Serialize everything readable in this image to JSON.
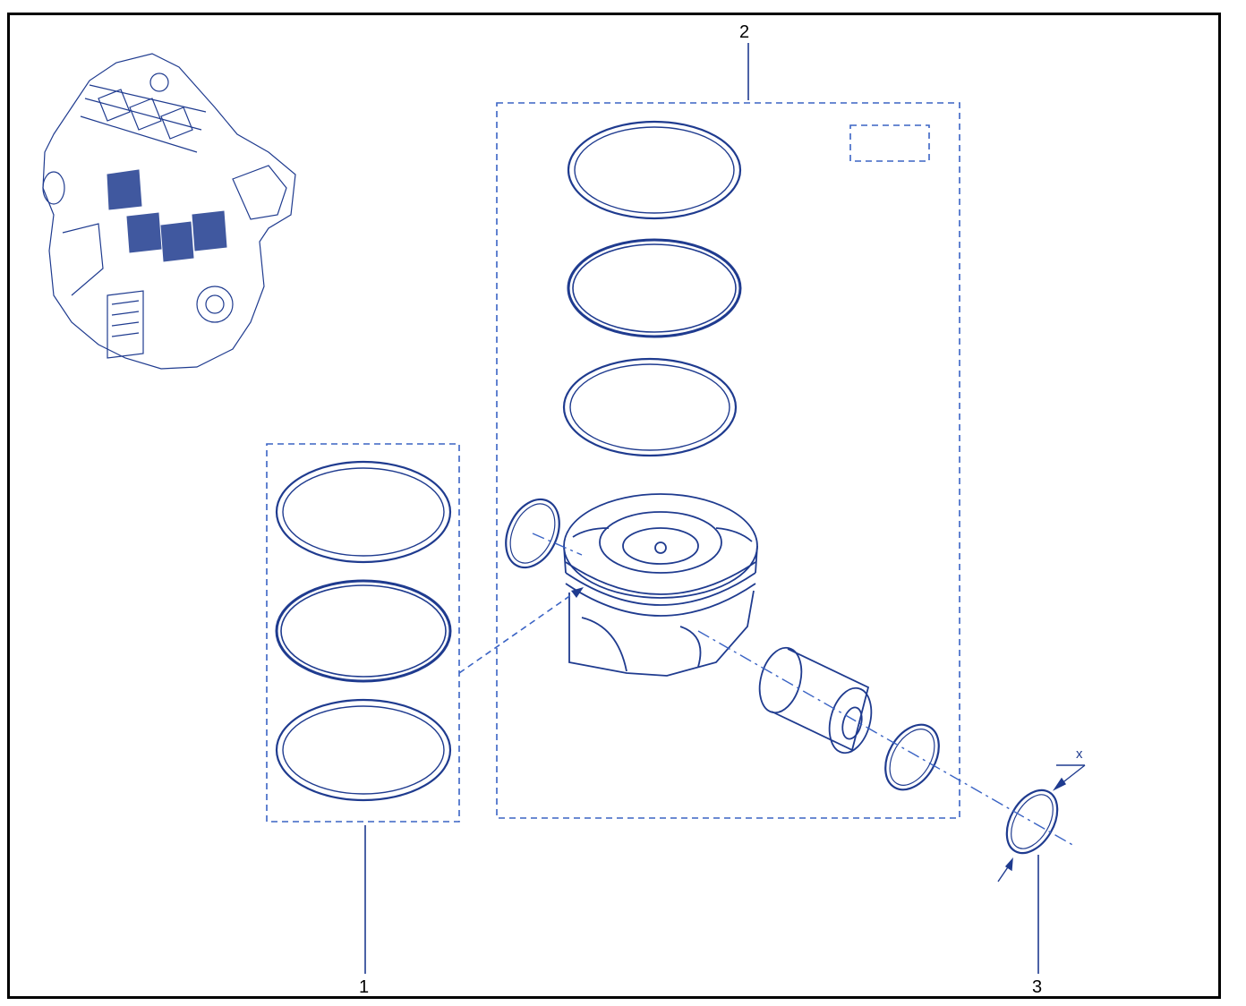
{
  "callouts": {
    "item1": "1",
    "item2": "2",
    "item3": "3"
  },
  "dimension_label": "x",
  "colors": {
    "line": "#1f3b8f",
    "dash": "#3a63c4",
    "frame": "#000000"
  }
}
